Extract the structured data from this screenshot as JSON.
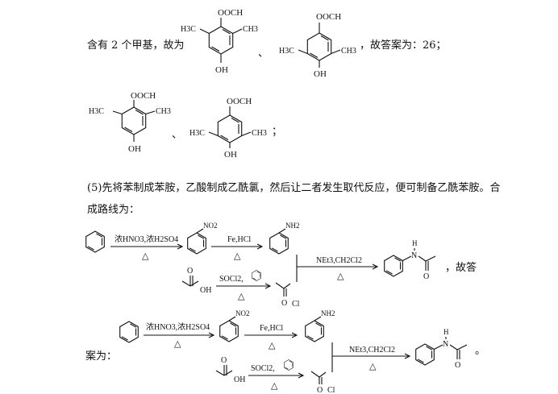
{
  "text": {
    "line1_prefix": "含有 2 个甲基，故为",
    "line1_mid_sep": "、",
    "line1_suffix": "，故答案为：26；",
    "line2_sep": "、",
    "line2_end": "；",
    "para5_l1": "(5)先将苯制成苯胺，乙酸制成乙酰氯，然后让二者发生取代反应，便可制备乙酰苯胺。合",
    "para5_l2": "成路线为：",
    "route1_tail": "，故答",
    "route2_prefix": "案为：",
    "route2_end": "。"
  },
  "labels": {
    "occh": "OOCH",
    "oh": "OH",
    "h3c": "H3C",
    "ch3": "CH3",
    "no2": "NO2",
    "nh2": "NH2",
    "cl": "Cl",
    "h": "H",
    "n": "N",
    "o": "O",
    "step1": "浓HNO3,浓H2SO4",
    "step2": "Fe,HCl",
    "step3": "SOCl2,",
    "step4": "NEt3,CH2Cl2",
    "heat": "△"
  }
}
